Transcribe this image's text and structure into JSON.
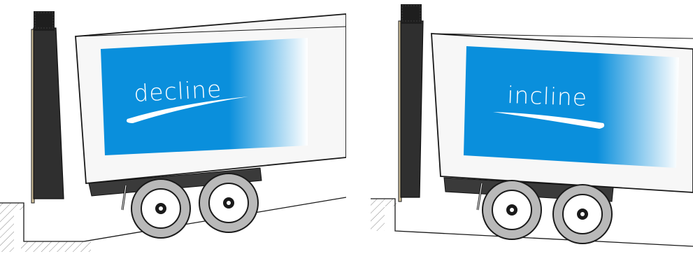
{
  "left_panel": {
    "label": "decline",
    "ground": "decline"
  },
  "right_panel": {
    "label": "incline",
    "ground": "incline"
  },
  "colors": {
    "sign_blue": "#0a8fdc",
    "truck_body": "#f7f7f7",
    "wheel_grey": "#b9b9b9",
    "dock_bumper": "#2f2f2f",
    "wall_tan": "#d8c7a0",
    "outline": "#1a1a1a"
  },
  "icons": [
    "dock-bumper-icon",
    "trailer-icon",
    "wheel-icon",
    "ground-hatch-icon"
  ]
}
